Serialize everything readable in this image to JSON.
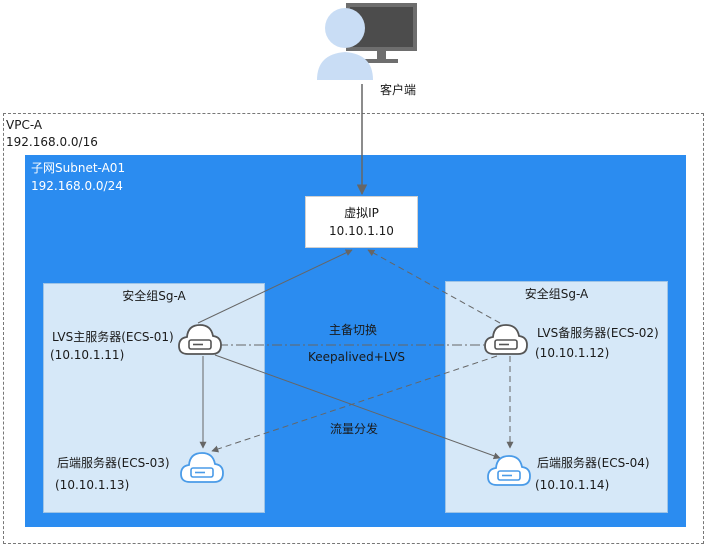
{
  "client": {
    "label": "客户端"
  },
  "vpc": {
    "name": "VPC-A",
    "cidr": "192.168.0.0/16"
  },
  "subnet": {
    "name": "子网Subnet-A01",
    "cidr": "192.168.0.0/24"
  },
  "vip": {
    "label": "虚拟IP",
    "ip": "10.10.1.10"
  },
  "security_groups": [
    {
      "name": "安全组Sg-A"
    },
    {
      "name": "安全组Sg-A"
    }
  ],
  "servers": {
    "lvs_master": {
      "name": "LVS主服务器(ECS-01)",
      "ip": "(10.10.1.11)"
    },
    "lvs_backup": {
      "name": "LVS备服务器(ECS-02)",
      "ip": "(10.10.1.12)"
    },
    "backend_1": {
      "name": "后端服务器(ECS-03)",
      "ip": "(10.10.1.13)"
    },
    "backend_2": {
      "name": "后端服务器(ECS-04)",
      "ip": "(10.10.1.14)"
    }
  },
  "links": {
    "failover": "主备切换",
    "keepalived": "Keepalived+LVS",
    "distribution": "流量分发"
  },
  "colors": {
    "subnet": "#2b8cf0",
    "security_group": "#d6e8f8",
    "cloud_icon": "#4a9be8",
    "connector": "#666666"
  }
}
